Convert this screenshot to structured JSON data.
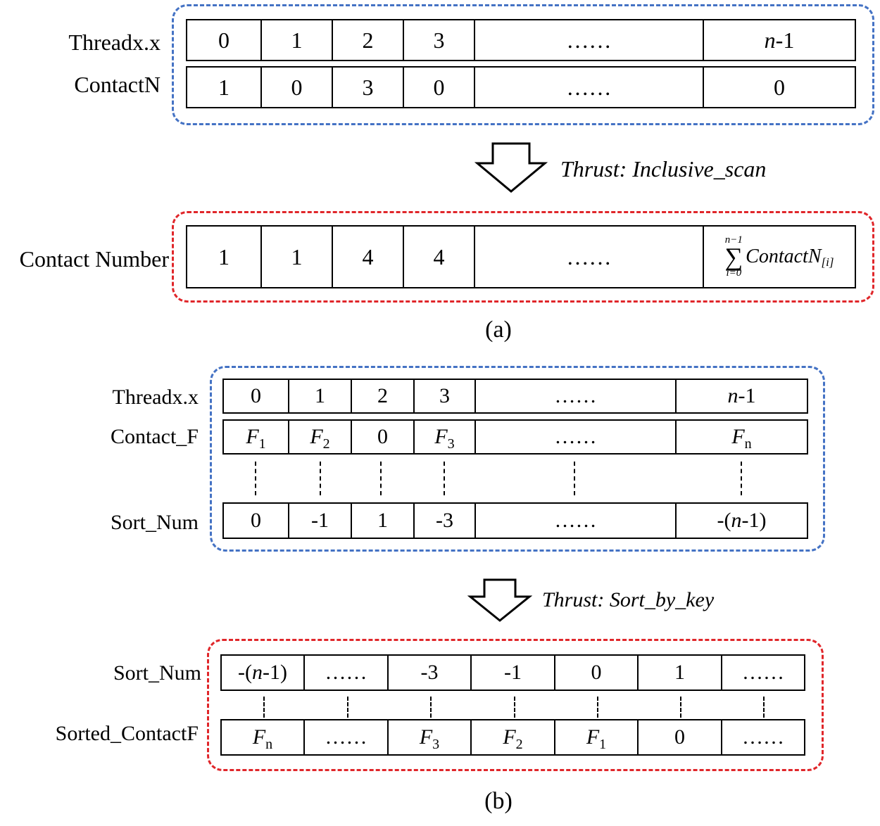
{
  "part_a": {
    "caption": "(a)",
    "row_labels": [
      "Threadx.x",
      "ContactN",
      "Contact Number"
    ],
    "threadx_cells": [
      "0",
      "1",
      "2",
      "3",
      "……",
      "n",
      "-1"
    ],
    "contactn_cells": [
      "1",
      "0",
      "3",
      "0",
      "……",
      "0"
    ],
    "contact_number_cells": [
      "1",
      "1",
      "4",
      "4",
      "……"
    ],
    "sum_cell": {
      "upper": "n−1",
      "sigma": "∑",
      "lower": "i=0",
      "term": "ContactN",
      "index": "[i]"
    },
    "operation": "Thrust: Inclusive_scan"
  },
  "part_b": {
    "caption": "(b)",
    "row_labels": [
      "Threadx.x",
      "Contact_F",
      "Sort_Num",
      "Sort_Num",
      "Sorted_ContactF"
    ],
    "threadx_cells": [
      "0",
      "1",
      "2",
      "3",
      "……",
      "n",
      "-1"
    ],
    "contact_f": {
      "f": "F",
      "s1": "1",
      "s2": "2",
      "zero": "0",
      "s3": "3",
      "dots": "……",
      "sn": "n"
    },
    "sort_num_cells": [
      "0",
      "-1",
      "1",
      "-3",
      "……",
      "-(",
      "n",
      "-1)"
    ],
    "operation": "Thrust: Sort_by_key",
    "sorted_sort_num_cells": [
      "-(",
      "n",
      "-1)",
      "……",
      "-3",
      "-1",
      "0",
      "1",
      "……"
    ],
    "sorted_contact_f": {
      "f": "F",
      "sn": "n",
      "dots": "……",
      "s3": "3",
      "s2": "2",
      "s1": "1",
      "zero": "0"
    }
  },
  "colors": {
    "input_border": "#4472c4",
    "output_border": "#e0262a"
  },
  "icons": [
    "down-arrow-icon",
    "down-arrow-icon"
  ]
}
